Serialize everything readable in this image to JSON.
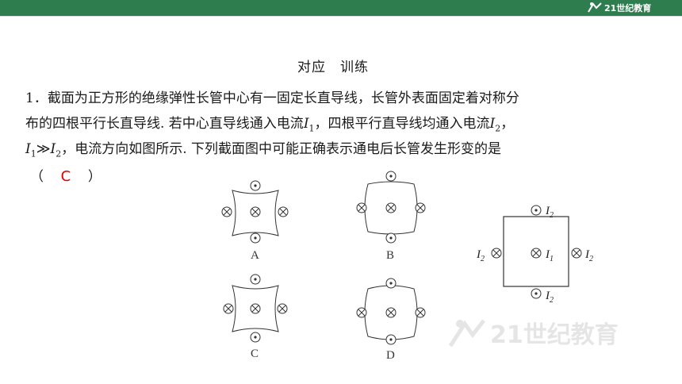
{
  "heading": "对应　训练",
  "question": {
    "line1": "1．截面为正方形的绝缘弹性长管中心有一固定长直导线，长管外表面固定着对称分",
    "line2_a": "布的四根平行长直导线. 若中心直导线通入电流",
    "I": "I",
    "sub1": "1",
    "sub2": "2",
    "line2_b": "，四根平行直导线均通入电流",
    "line2_c": "，",
    "gg": "≫",
    "line3_b": "，电流方向如图所示. 下列截面图中可能正确表示通电后长管发生形变的是",
    "paren_open": "（",
    "paren_close": "）",
    "answer": "C"
  },
  "options": [
    "A",
    "B",
    "C",
    "D"
  ],
  "given_figure": {
    "top": "I2",
    "left": "I2",
    "right": "I2",
    "bottom": "I2",
    "center": "I1"
  },
  "colors": {
    "bar": "#2e7d4f",
    "answer": "#e00000",
    "line": "#333333"
  }
}
